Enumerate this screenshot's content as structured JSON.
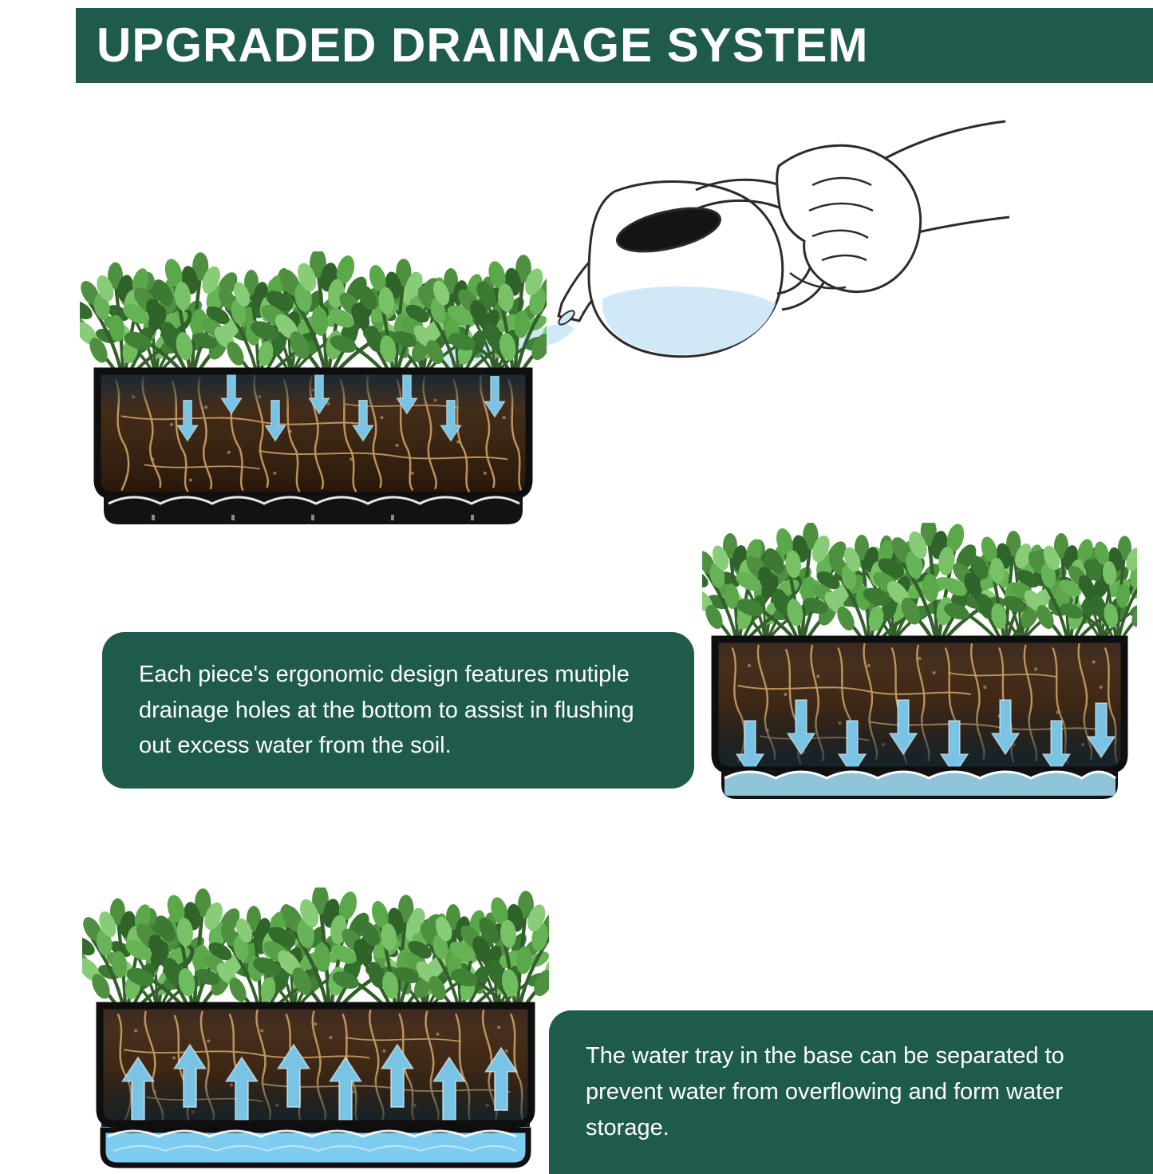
{
  "header": {
    "title": "UPGRADED DRAINAGE SYSTEM"
  },
  "theme": {
    "accent_green": "#1E5B4C",
    "text_on_accent": "#FFFFFF",
    "background": "#FFFFFF",
    "arrow_blue": "#79C4E4",
    "water_blue": "#CFEAF6",
    "soil_brown": "#3C2614",
    "leaf_green": "#4E9040"
  },
  "callouts": {
    "drainage_holes": {
      "text": "Each piece's ergonomic design features mutiple drainage holes at the bottom to assist in flushing out excess water from the soil."
    },
    "water_tray": {
      "text": "The water tray in the base can be separated to prevent water from overflowing and form water storage."
    }
  },
  "illustrations": {
    "watering_can": "hand pouring watering can into planter",
    "planter_top": "planter cross-section with water soaking downward",
    "planter_right": "planter cross-section draining through bottom holes",
    "planter_bottom": "planter cross-section with water stored in separable tray"
  }
}
